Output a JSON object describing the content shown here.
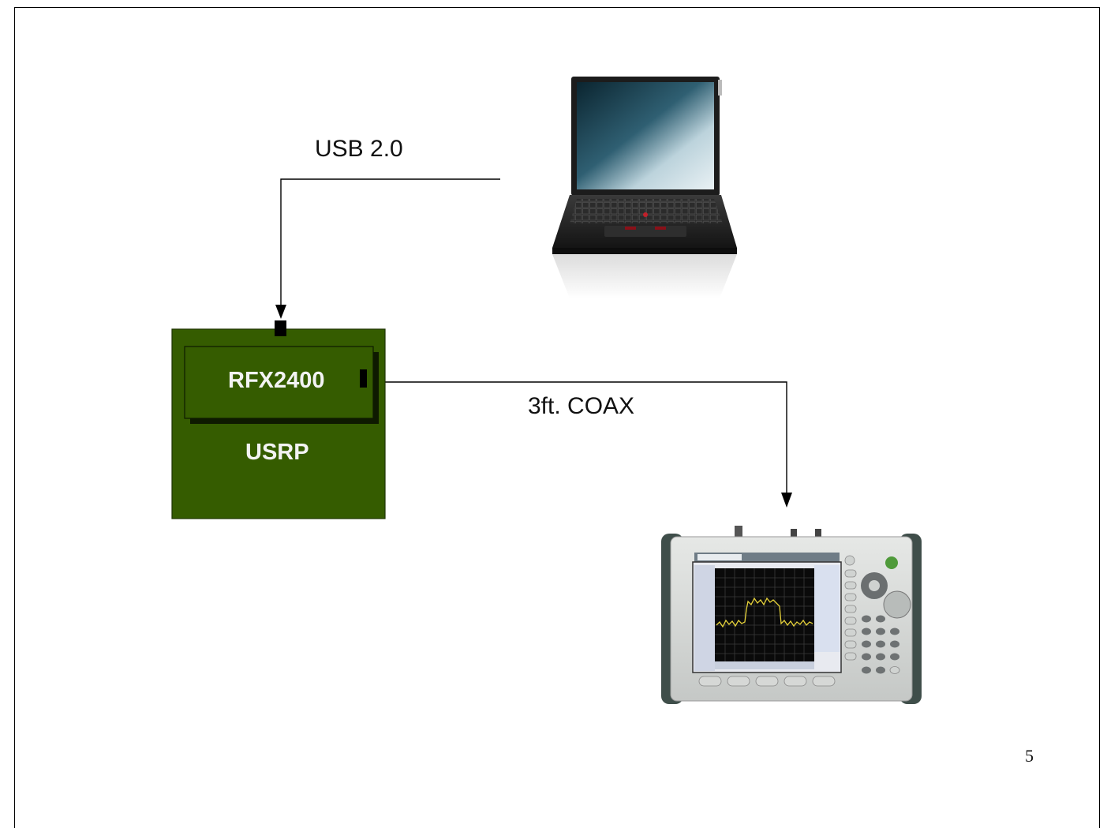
{
  "connections": {
    "usb_label": "USB 2.0",
    "coax_label": "3ft. COAX"
  },
  "usrp_board": {
    "daughterboard_label": "RFX2400",
    "board_label": "USRP",
    "board_color": "#355c00"
  },
  "devices": {
    "laptop": "laptop-icon",
    "analyzer": "spectrum-analyzer-icon"
  },
  "page": {
    "number": "5"
  }
}
